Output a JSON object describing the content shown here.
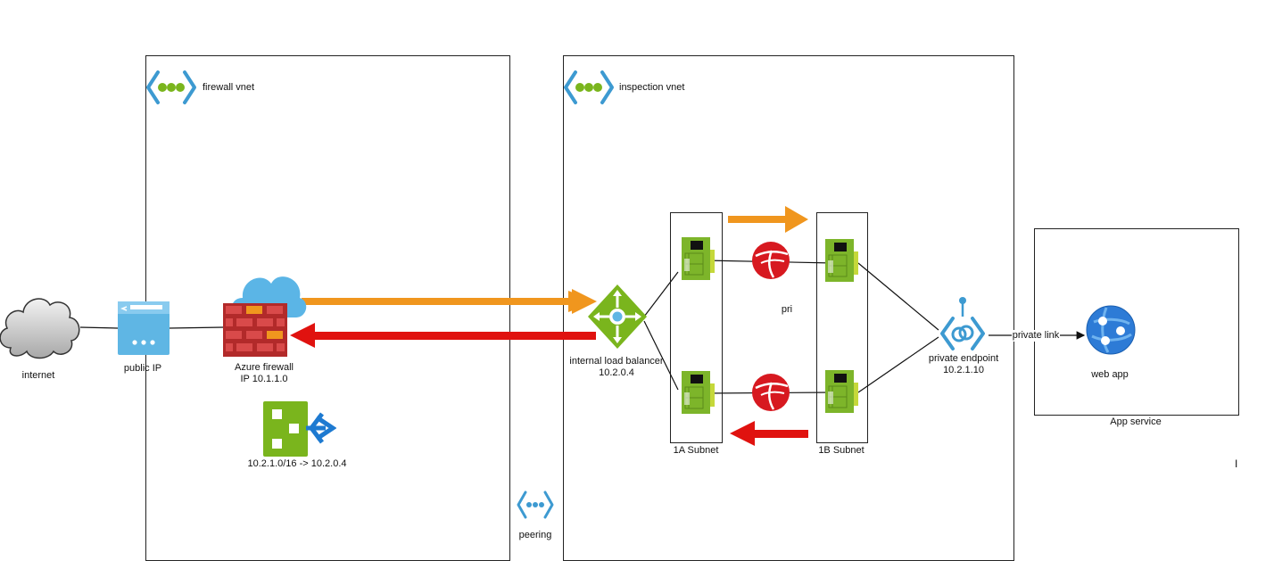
{
  "vnets": {
    "firewall": {
      "title": "firewall vnet"
    },
    "inspection": {
      "title": "inspection vnet"
    }
  },
  "nodes": {
    "internet": "internet",
    "public_ip": "public IP",
    "azure_firewall": {
      "line1": "Azure firewall",
      "line2": "IP 10.1.1.0"
    },
    "route_table": "10.2.1.0/16 -> 10.2.0.4",
    "peering": "peering",
    "ilb": {
      "line1": "internal load balancer",
      "line2": "10.2.0.4"
    },
    "subnet_1a": "1A Subnet",
    "subnet_1b": "1B Subnet",
    "pri": "pri",
    "private_endpoint": {
      "line1": "private endpoint",
      "line2": "10.2.1.10"
    },
    "private_link": "private link",
    "web_app": "web app",
    "app_service": "App service",
    "cursor_mark": "I"
  },
  "colors": {
    "orange_arrow": "#f0961e",
    "red_arrow": "#e0120f",
    "vnet_green": "#7ab51d",
    "vnet_blue": "#3d9ad1",
    "nic_green": "#7db52a",
    "firewall_red": "#b22a2a",
    "cloud_blue": "#5bb5e6",
    "trend_red": "#d71920",
    "webapp_blue": "#2d7bd6"
  }
}
